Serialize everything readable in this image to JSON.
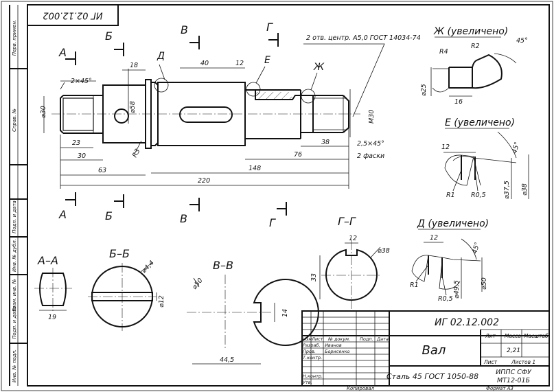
{
  "stamp": {
    "corner_code": "ИГ 02.12.002",
    "designation": "ИГ 02.12.002",
    "part_name": "Вал",
    "material": "Сталь 45  ГОСТ 1050-88",
    "org_line1": "ИППС СФУ",
    "org_line2": "МТ12-01Б",
    "mass": "2,21",
    "sheets_label": "Листов  1",
    "sheet_label": "Лист",
    "col_lit": "Лит",
    "col_mass": "Масса",
    "col_scale": "Масштаб",
    "row_headers": [
      "Изм",
      "Лист",
      "№ докум.",
      "Подп.",
      "Дата"
    ],
    "row_labels": [
      "Разраб.",
      "Пров.",
      "Т.контр.",
      "Н.контр.",
      "Утв."
    ],
    "names": [
      "Иванов",
      "Борисенко"
    ],
    "copied": "Копировал",
    "format": "Формат   А3"
  },
  "side_column": {
    "labels": [
      "Перв. примен.",
      "Справ. №",
      "Подп. и дата",
      "Инв. № дубл.",
      "Взам. инв. №",
      "Подп. и дата",
      "Инв. № подл."
    ]
  },
  "main_view": {
    "section_marks": [
      "А",
      "Б",
      "В",
      "Г",
      "А",
      "Б",
      "В",
      "Г"
    ],
    "callout_letters": [
      "Д",
      "Е",
      "Ж"
    ],
    "center_holes_note": "2 отв. центр. А5,0 ГОСТ 14034-74",
    "dims": {
      "chamfer_left": "2×45°",
      "d30": "⌀30",
      "d58": "⌀58",
      "m30": "М30",
      "r3": "R3",
      "l18": "18",
      "l40": "40",
      "l12": "12",
      "l23": "23",
      "l30": "30",
      "l63": "63",
      "l148": "148",
      "l76": "76",
      "l38": "38",
      "l220": "220",
      "chamfer_right": "2,5×45°",
      "chamfers_note": "2 фаски"
    }
  },
  "details": {
    "zh": {
      "title": "Ж (увеличено)",
      "r4": "R4",
      "r2": "R2",
      "angle": "45°",
      "d25": "⌀25",
      "l16": "16"
    },
    "e": {
      "title": "Е (увеличено)",
      "l12": "12",
      "angle": "45°",
      "r1": "R1",
      "r05": "R0,5",
      "d375": "⌀37,5",
      "d38": "⌀38"
    },
    "d": {
      "title": "Д (увеличено)",
      "l12": "12",
      "angle": "45°",
      "r1": "R1",
      "r05": "R0,5",
      "d495": "⌀49,5",
      "d50": "⌀50"
    }
  },
  "sections": {
    "aa": {
      "title": "А–А",
      "w19": "19"
    },
    "bb": {
      "title": "Б–Б",
      "d44": "⌀4,4",
      "d12": "⌀12"
    },
    "vv": {
      "title": "В–В",
      "d50": "⌀50",
      "w445": "44,5",
      "h14": "14"
    },
    "gg": {
      "title": "Г–Г",
      "w12": "12",
      "d38": "⌀38",
      "h33": "33"
    }
  }
}
